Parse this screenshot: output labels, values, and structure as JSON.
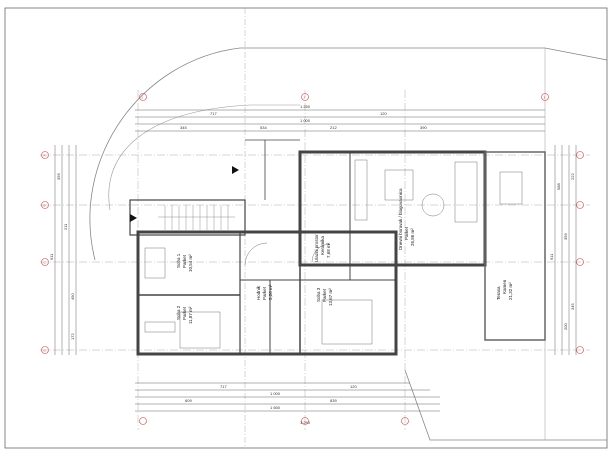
{
  "plan": {
    "rooms": [
      {
        "name": "Dnevni boravak / blagovaonica",
        "floor": "Parket",
        "area": "26,86 m²"
      },
      {
        "name": "Soba 1",
        "floor": "Parket",
        "area": "10,54 m²"
      },
      {
        "name": "Soba 2",
        "floor": "Parket",
        "area": "11,87 m²"
      },
      {
        "name": "Soba 3",
        "floor": "Parket",
        "area": "13,67 m²"
      },
      {
        "name": "Ulazni prostor",
        "floor": "Keramika",
        "area": "7,68 m²"
      },
      {
        "name": "Hodnik",
        "floor": "Parket",
        "area": "5,26 m²"
      },
      {
        "name": "Terasa",
        "floor": "Kamen",
        "area": "21,32 m²"
      }
    ],
    "dims_top": [
      "1 250",
      "717",
      "120",
      "1 000",
      "345",
      "534",
      "212",
      "390"
    ],
    "dims_bottom": [
      "1 250",
      "717",
      "120",
      "1 000",
      "609",
      "839",
      "1 650"
    ],
    "dims_left": [
      "911",
      "356",
      "211",
      "490",
      "172"
    ],
    "dims_right": [
      "911",
      "588",
      "356",
      "222",
      "345",
      "200"
    ],
    "grid_top": [
      "1",
      "2",
      "3"
    ],
    "grid_side": [
      "A",
      "B",
      "C",
      "D"
    ],
    "colors": {
      "grid": "#d04040",
      "wall": "#555555",
      "line": "#777777"
    }
  }
}
